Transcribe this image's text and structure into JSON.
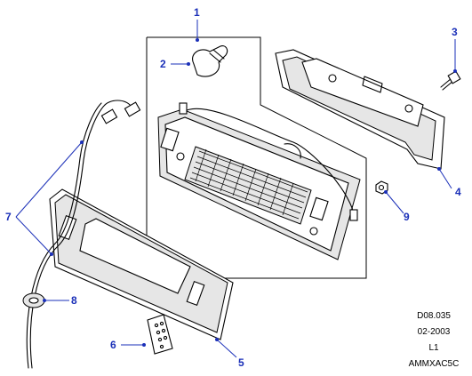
{
  "callouts": [
    {
      "id": "1",
      "label": "1"
    },
    {
      "id": "2",
      "label": "2"
    },
    {
      "id": "3",
      "label": "3"
    },
    {
      "id": "4",
      "label": "4"
    },
    {
      "id": "5",
      "label": "5"
    },
    {
      "id": "6",
      "label": "6"
    },
    {
      "id": "7",
      "label": "7"
    },
    {
      "id": "8",
      "label": "8"
    },
    {
      "id": "9",
      "label": "9"
    }
  ],
  "footer": {
    "ref": "D08.035",
    "date": "02-2003",
    "level": "L1",
    "code": "AMMXAC5C"
  },
  "colors": {
    "callout": "#1a2fb8",
    "line": "#000000"
  }
}
